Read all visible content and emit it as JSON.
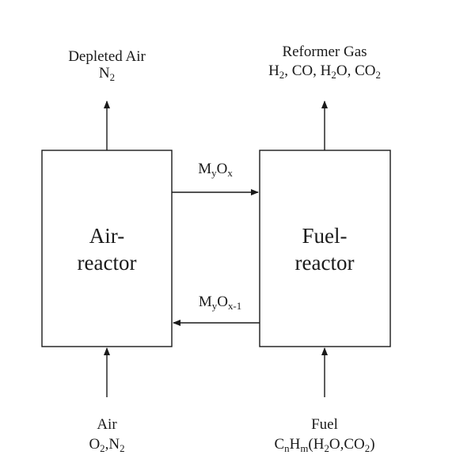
{
  "depleted_air": {
    "label": "Depleted Air",
    "species": {
      "base": "N",
      "sub": "2"
    }
  },
  "reformer_gas": {
    "label": "Reformer Gas",
    "species": [
      {
        "base": "H",
        "sub": "2",
        "after": ", CO, "
      },
      {
        "base": "H",
        "sub": "2",
        "after": "O, CO"
      },
      {
        "base": "",
        "sub": "2",
        "after": ""
      }
    ]
  },
  "air_reactor": {
    "line1": "Air-",
    "line2": "reactor"
  },
  "fuel_reactor": {
    "line1": "Fuel-",
    "line2": "reactor"
  },
  "oxidized_carrier": {
    "m": "M",
    "y": "y",
    "o": "O",
    "x": "x"
  },
  "reduced_carrier": {
    "m": "M",
    "y": "y",
    "o": "O",
    "x": "x-1"
  },
  "air_in": {
    "label": "Air",
    "formula": [
      {
        "base": "O",
        "sub": "2",
        "after": ","
      },
      {
        "base": "N",
        "sub": "2",
        "after": ""
      }
    ]
  },
  "fuel_in": {
    "label": "Fuel",
    "formula": [
      {
        "base": "C",
        "sub": "n",
        "after": ""
      },
      {
        "base": "H",
        "sub": "m",
        "after": "(H"
      },
      {
        "base": "",
        "sub": "2",
        "after": "O,CO"
      },
      {
        "base": "",
        "sub": "2",
        "after": ")"
      }
    ]
  }
}
